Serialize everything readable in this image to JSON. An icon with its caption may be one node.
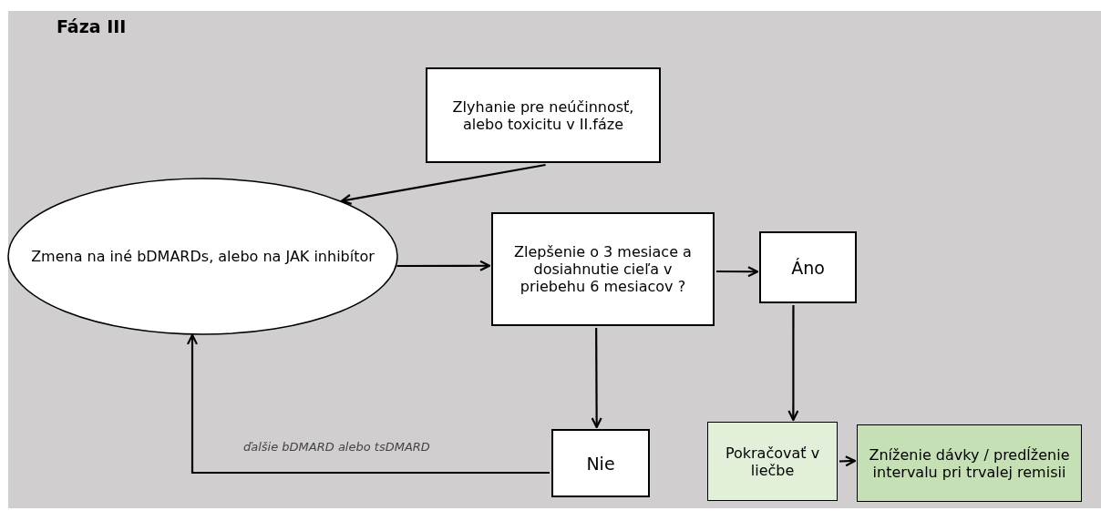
{
  "diagram": {
    "title": "Fáza III",
    "nodes": [
      {
        "text": [
          "Zlyhanie pre neúčinnosť, alebo toxicitu v II.fáze"
        ]
      },
      {
        "text": [
          "Zmena na iné bDMARDs, alebo na JAK inhibítor"
        ]
      },
      {
        "text": [
          "Zlepšenie o 3 mesiace a dosiahnutie cieľa v priebehu 6 mesiacov ?"
        ]
      },
      {
        "text": [
          "Áno"
        ]
      },
      {
        "text": [
          "Nie"
        ]
      },
      {
        "text": [
          "Pokračovať v liečbe"
        ]
      },
      {
        "text": [
          "Zníženie dávky / predĺženie intervalu pri trvalej remisii"
        ]
      }
    ],
    "edges": [
      {
        "from": 0,
        "to": 1,
        "arrow": "to"
      },
      {
        "from": 1,
        "to": 2,
        "arrow": "to"
      },
      {
        "from": 2,
        "to": 3,
        "arrow": "to"
      },
      {
        "from": 2,
        "to": 4,
        "arrow": "to"
      },
      {
        "from": 3,
        "to": 5,
        "arrow": "to"
      },
      {
        "from": 5,
        "to": 6,
        "arrow": "to"
      },
      {
        "from": 4,
        "to": 1,
        "arrow": "to",
        "label": "ďalšie bDMARD alebo tsDMARD"
      }
    ]
  }
}
